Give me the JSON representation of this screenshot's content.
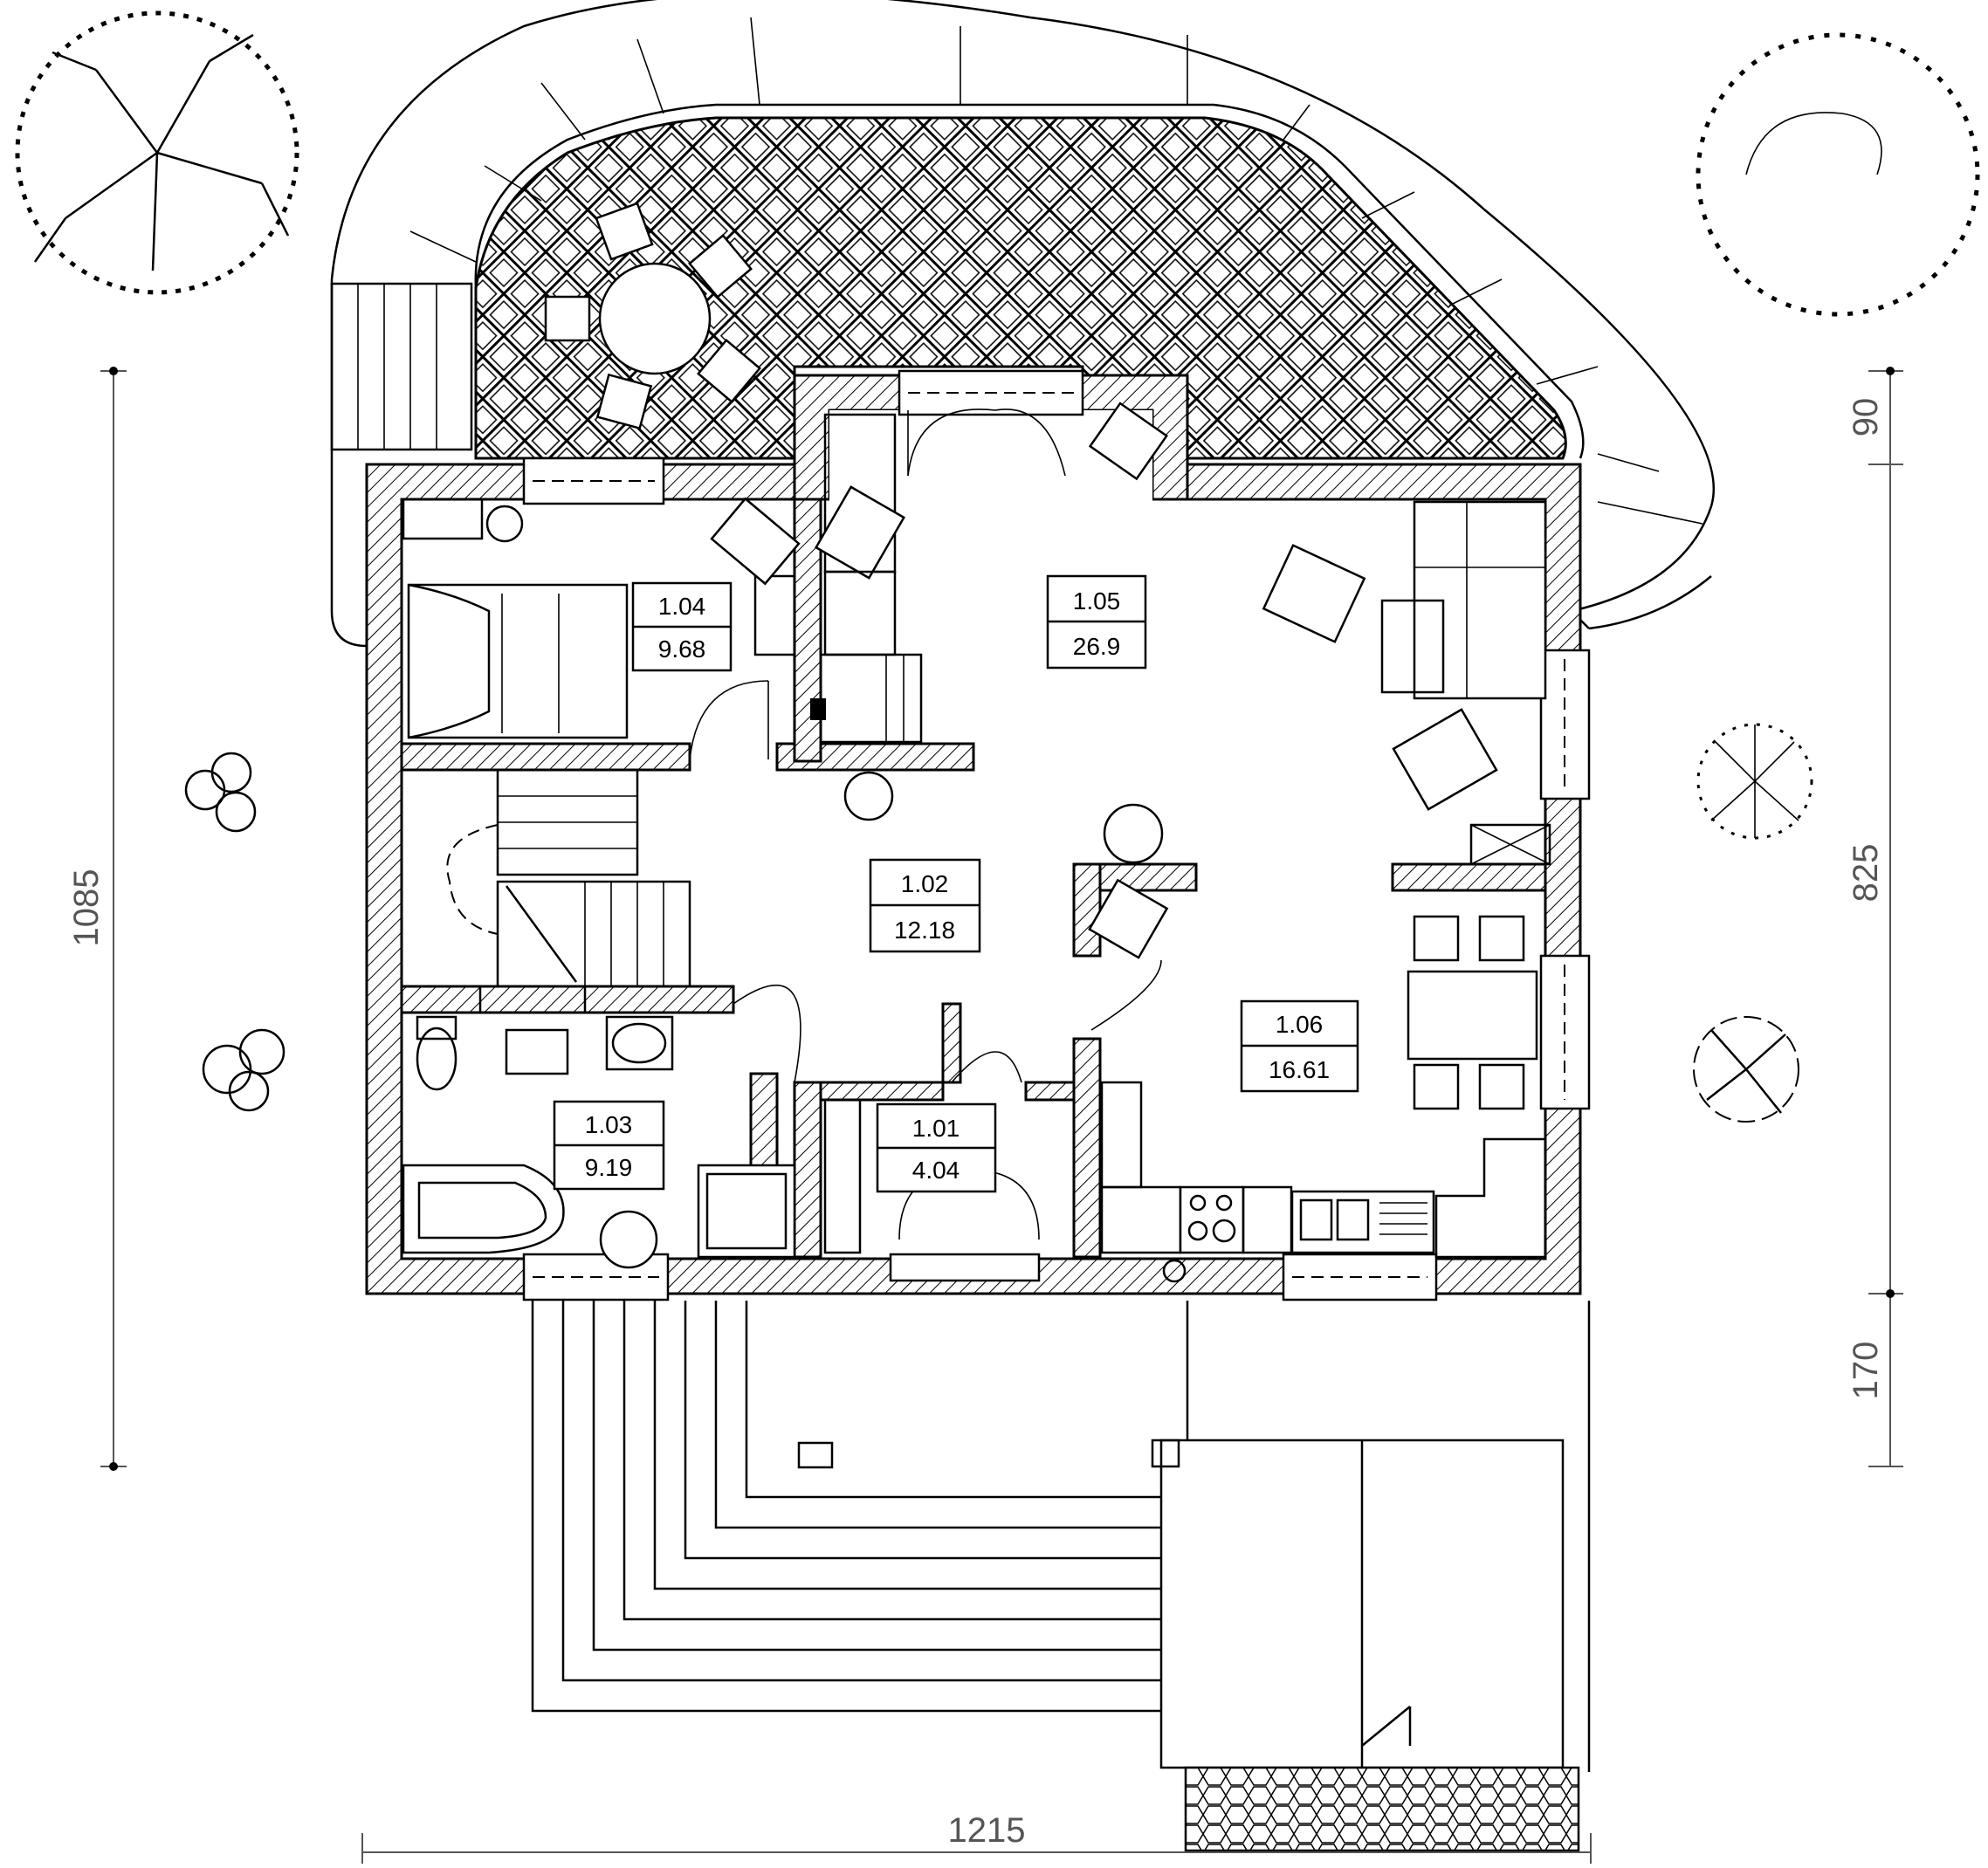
{
  "rooms": [
    {
      "id": "1.04",
      "area": "9.68"
    },
    {
      "id": "1.05",
      "area": "26.9"
    },
    {
      "id": "1.02",
      "area": "12.18"
    },
    {
      "id": "1.06",
      "area": "16.61"
    },
    {
      "id": "1.03",
      "area": "9.19"
    },
    {
      "id": "1.01",
      "area": "4.04"
    }
  ],
  "dimensions": {
    "overall_height": "1085",
    "overall_width": "1215",
    "right_top": "90",
    "right_middle": "825",
    "right_bottom": "170"
  }
}
